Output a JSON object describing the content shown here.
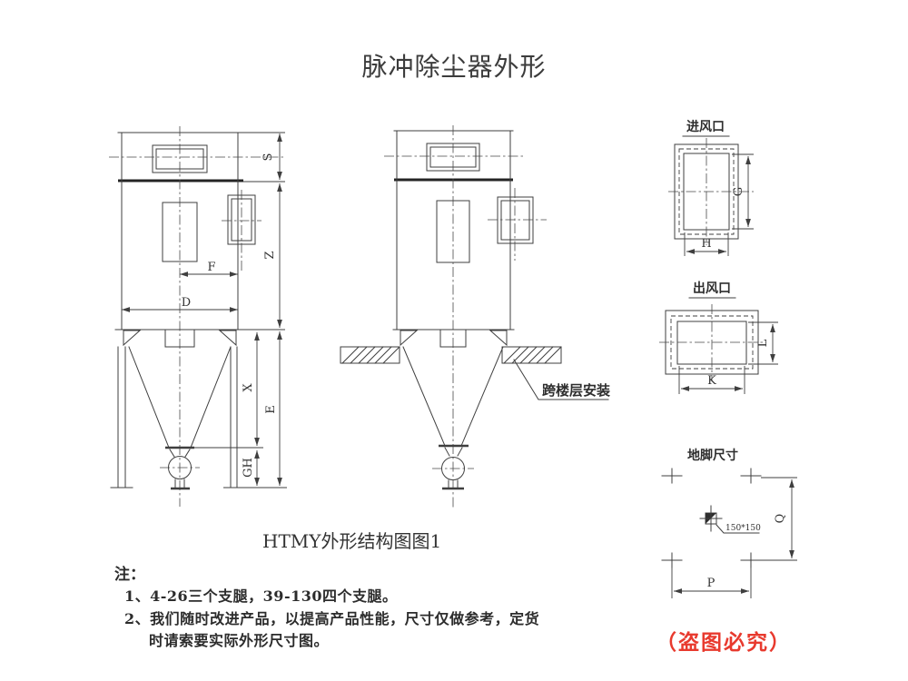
{
  "title": "脉冲除尘器外形",
  "caption": "HTMY外形结构图图1",
  "notes": {
    "heading": "注：",
    "line1": "1、4-26三个支腿，39-130四个支腿。",
    "line2": "2、我们随时改进产品，以提高产品性能，尺寸仅做参考，定货",
    "line3": "时请索要实际外形尺寸图。"
  },
  "stamp": "（盗图必究）",
  "front_view": {
    "dims": {
      "S": "S",
      "Z": "Z",
      "E": "E",
      "X": "X",
      "GH": "GH",
      "F": "F",
      "D": "D"
    }
  },
  "side_view": {
    "annotation": "跨楼层安装"
  },
  "inlet_view": {
    "title": "进风口",
    "dims": {
      "G": "G",
      "H": "H"
    }
  },
  "outlet_view": {
    "title": "出风口",
    "dims": {
      "L": "L",
      "K": "K"
    }
  },
  "anchor_view": {
    "title": "地脚尺寸",
    "dims": {
      "Q": "Q",
      "P": "P"
    },
    "pad_size": "150*150"
  },
  "colors": {
    "line": "#3f3f3f",
    "stamp_red": "#e83a2e",
    "text": "#333333"
  }
}
